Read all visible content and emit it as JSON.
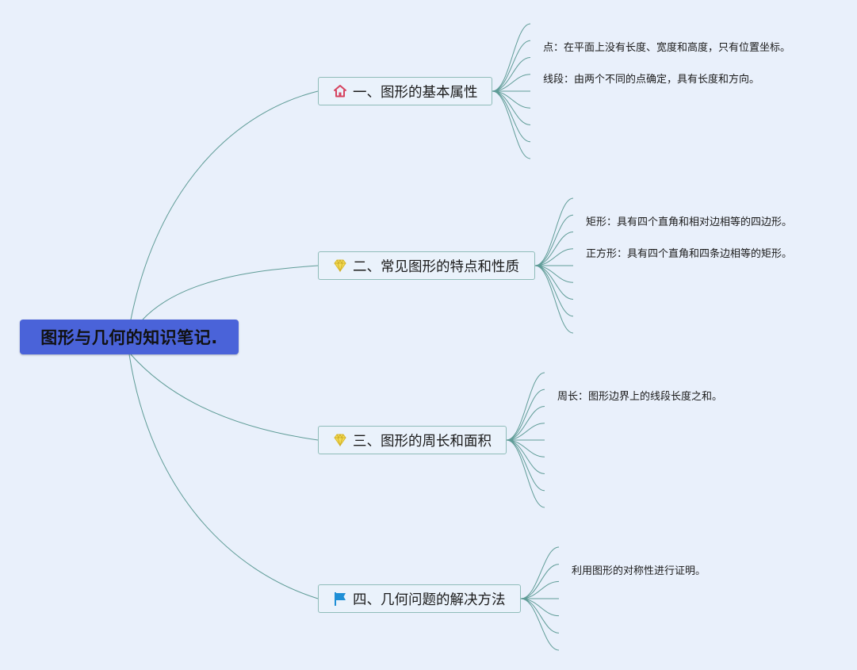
{
  "mindmap": {
    "root": {
      "label": "图形与几何的知识笔记."
    },
    "branches": [
      {
        "label": "一、图形的基本属性",
        "icon": "house-icon",
        "icon_color": "#d6435f",
        "leaves": [
          "点：在平面上没有长度、宽度和高度，只有位置坐标。",
          "线段：由两个不同的点确定，具有长度和方向。"
        ]
      },
      {
        "label": "二、常见图形的特点和性质",
        "icon": "diamond-icon",
        "icon_color": "#f2d84a",
        "leaves": [
          "矩形：具有四个直角和相对边相等的四边形。",
          "正方形：具有四个直角和四条边相等的矩形。"
        ]
      },
      {
        "label": "三、图形的周长和面积",
        "icon": "diamond-icon",
        "icon_color": "#f2d84a",
        "leaves": [
          "周长：图形边界上的线段长度之和。"
        ]
      },
      {
        "label": "四、几何问题的解决方法",
        "icon": "flag-icon",
        "icon_color": "#1f8fd6",
        "leaves": [
          "利用图形的对称性进行证明。"
        ]
      }
    ],
    "colors": {
      "background": "#e9f0fb",
      "root_fill": "#4a63d9",
      "connector": "#5f9c97",
      "branch_border": "#8fbcb9"
    }
  }
}
